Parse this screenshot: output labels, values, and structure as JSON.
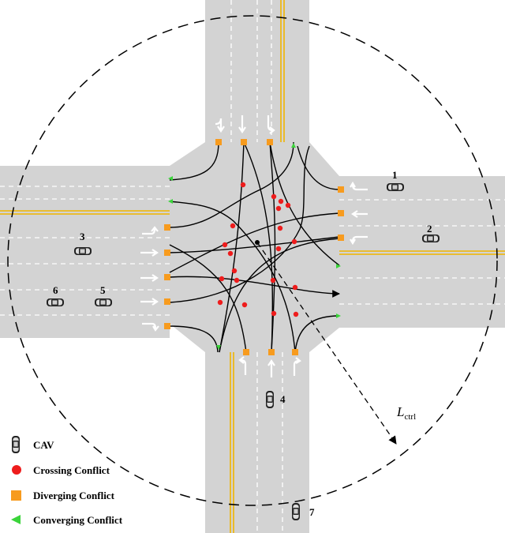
{
  "vehicles": [
    {
      "id": "1",
      "label": "1"
    },
    {
      "id": "2",
      "label": "2"
    },
    {
      "id": "3",
      "label": "3"
    },
    {
      "id": "4",
      "label": "4"
    },
    {
      "id": "5",
      "label": "5"
    },
    {
      "id": "6",
      "label": "6"
    },
    {
      "id": "7",
      "label": "7"
    }
  ],
  "control_radius": {
    "symbol": "L",
    "subscript": "ctrl"
  },
  "legend": [
    {
      "key": "cav",
      "label": "CAV",
      "icon": "car-icon"
    },
    {
      "key": "crossing",
      "label": "Crossing Conflict",
      "icon": "red-circle",
      "color": "#ee1c1c"
    },
    {
      "key": "diverging",
      "label": "Diverging Conflict",
      "icon": "orange-square",
      "color": "#f79b1e"
    },
    {
      "key": "converging",
      "label": "Converging Conflict",
      "icon": "green-triangle",
      "color": "#3bd43b"
    }
  ],
  "colors": {
    "road": "#d3d3d3",
    "center_line": "#f0b400",
    "lane_line": "#ffffff",
    "crossing": "#ee1c1c",
    "diverging": "#f79b1e",
    "converging": "#3bd43b"
  }
}
